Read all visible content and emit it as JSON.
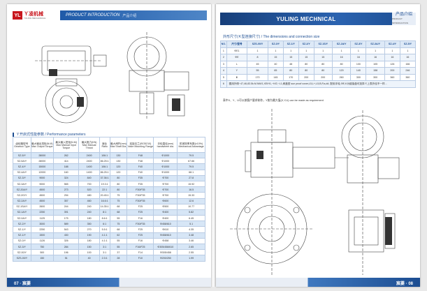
{
  "left": {
    "logo_mark": "YL",
    "logo_cn": "Ｙ凌机械",
    "logo_en": "YULING MECHANICAL",
    "header_en": "PRODUCT INTRODUCTION",
    "header_cn": "产品介绍",
    "section_title": "Ｙ开启式性能参数 / Performance parameters",
    "perf_headers": [
      "齿轮箱型号 Gearbox Type",
      "最大输出扭矩(N.M) Max Output Torque",
      "最大输入扭矩(N.M) Max Manual Input Torque",
      "最大推力(KN) Max Manual Thrust",
      "速比 Ratio",
      "最大阀杆(mm) Max Shaft Dia.",
      "连接法兰(ISO5210) Valve Mounting Flange",
      "手轮直径(mm) handwheel dia.",
      "机械效率系数(±10%) Mechanical Advantage"
    ],
    "perf_rows": [
      [
        "SZ-5/Y",
        "28000",
        "262",
        "2400",
        "106:1",
        "130",
        "F48",
        "Φ1000",
        "79.5"
      ],
      [
        "SZ-5A/Y",
        "28000",
        "414",
        "2400",
        "86.25:1",
        "130",
        "F48",
        "Φ1000",
        "67.66"
      ],
      [
        "SZ-4/Y",
        "15000",
        "188",
        "1400",
        "106:1",
        "120",
        "F40",
        "Φ1000",
        "79.5"
      ],
      [
        "SZ-4A/Y",
        "12000",
        "160",
        "1400",
        "86.25:1",
        "120",
        "F40",
        "Φ1000",
        "68.1"
      ],
      [
        "SZ-3/Y",
        "9000",
        "324",
        "840",
        "37.36:1",
        "80",
        "F35",
        "Φ700",
        "27.8"
      ],
      [
        "SZ-3A/Y",
        "9000",
        "565",
        "700",
        "19.3:1",
        "80",
        "F35",
        "Φ700",
        "15.92"
      ],
      [
        "SZ-20A/Y",
        "4500",
        "273",
        "520",
        "22:1",
        "80",
        "F30/F35",
        "Φ700",
        "16.5"
      ],
      [
        "SZ-2G/Y",
        "4500",
        "294",
        "480",
        "20.45:1",
        "75",
        "F30/F35",
        "Φ700",
        "15.33"
      ],
      [
        "SZ-2A/Y",
        "4500",
        "357",
        "460",
        "16.6:1",
        "75",
        "F30/F35",
        "Φ600",
        "12.6"
      ],
      [
        "SZ-1SA/Y",
        "2600",
        "244",
        "240",
        "14.35:1",
        "68",
        "F25",
        "Φ500",
        "10.77"
      ],
      [
        "SZ-1A/Y",
        "2250",
        "391",
        "240",
        "8:1",
        "68",
        "F25",
        "Φ400",
        "5.82"
      ],
      [
        "SZ-0A/Y",
        "1125",
        "175",
        "180",
        "8.6:1",
        "55",
        "F16",
        "Φ400",
        "6.45"
      ],
      [
        "SZ-2/Y",
        "3000",
        "589",
        "350",
        "6:1",
        "75",
        "F30/F35",
        "Φ458/610",
        "5.1"
      ],
      [
        "SZ-1/Y",
        "2250",
        "543",
        "270",
        "5.5:1",
        "68",
        "F25",
        "Φ610",
        "4.35"
      ],
      [
        "SZ-1/Y",
        "1500",
        "430",
        "190",
        "4.1:1",
        "62",
        "F25",
        "Φ458/610",
        "3.48"
      ],
      [
        "SZ-0/Y",
        "1126",
        "326",
        "180",
        "4.1:1",
        "55",
        "F16",
        "Φ458",
        "3.46"
      ],
      [
        "SZ-3/Y",
        "750",
        "284",
        "150",
        "3:1",
        "55",
        "F16/F25",
        "Φ305/458/610",
        "2.65"
      ],
      [
        "SZ-00/Y",
        "500",
        "196",
        "100",
        "3:1",
        "37",
        "F14",
        "Φ305/458",
        "2.55"
      ],
      [
        "SZS-00/Y",
        "150",
        "51",
        "40",
        "2.3:1",
        "28",
        "F10",
        "Φ200/250",
        "1.99"
      ]
    ],
    "page_no": "07 · 宸菱"
  },
  "right": {
    "header_title": "YULING MECHNICAL",
    "header_tab_cn": "产品介绍",
    "header_tab_en": "PRODUCT INTRODUCTION",
    "section_title": "外形尺寸(Ｋ型连接尺寸) / The dimensions and connection size",
    "dim_header": [
      "NO.",
      "尺寸/型号",
      "SZS-00/Y",
      "SZ-0/Y",
      "SZ-1/Y",
      "SZ-2/Y",
      "SZ-1S/Y",
      "SZ-2A/Y",
      "SZ-3/Y",
      "SZ-3A/Y",
      "SZ-4/Y",
      "SZ-5/Y"
    ],
    "dim_rows": [
      [
        "1",
        "ΦE1",
        "1",
        "1",
        "1",
        "1",
        "1",
        "1",
        "1",
        "1",
        "1",
        "1"
      ],
      [
        "2",
        "ΦE",
        "8",
        "15",
        "15",
        "15",
        "15",
        "16",
        "16",
        "16",
        "16",
        "16"
      ],
      [
        "3",
        "L",
        "45",
        "40",
        "48",
        "80",
        "80",
        "80",
        "100",
        "105",
        "126",
        "166"
      ],
      [
        "4",
        "Y",
        "55",
        "65",
        "80",
        "80",
        "80",
        "120",
        "140",
        "158",
        "200",
        "246"
      ],
      [
        "5",
        "Ⅲ",
        "170",
        "145",
        "170",
        "200",
        "200",
        "260",
        "300",
        "300",
        "360",
        "360"
      ],
      [
        "6",
        "图用外侧~47,46,83.5k.M.NM/1,XE/H1,~H/2,~L1,阀盖型 sun proof cover,L5,L+,L5,B,P,a,d#,"
      ]
    ],
    "dim_note_cell": "配用手轮,ΦE,K为链接盘可选择 F,上表外径不一样…",
    "note": "表中X、Y、U可以按客户要求制作，Y按为最大值(X,Y,U) can be made as requirement",
    "page_no": "宸菱 · 08"
  }
}
